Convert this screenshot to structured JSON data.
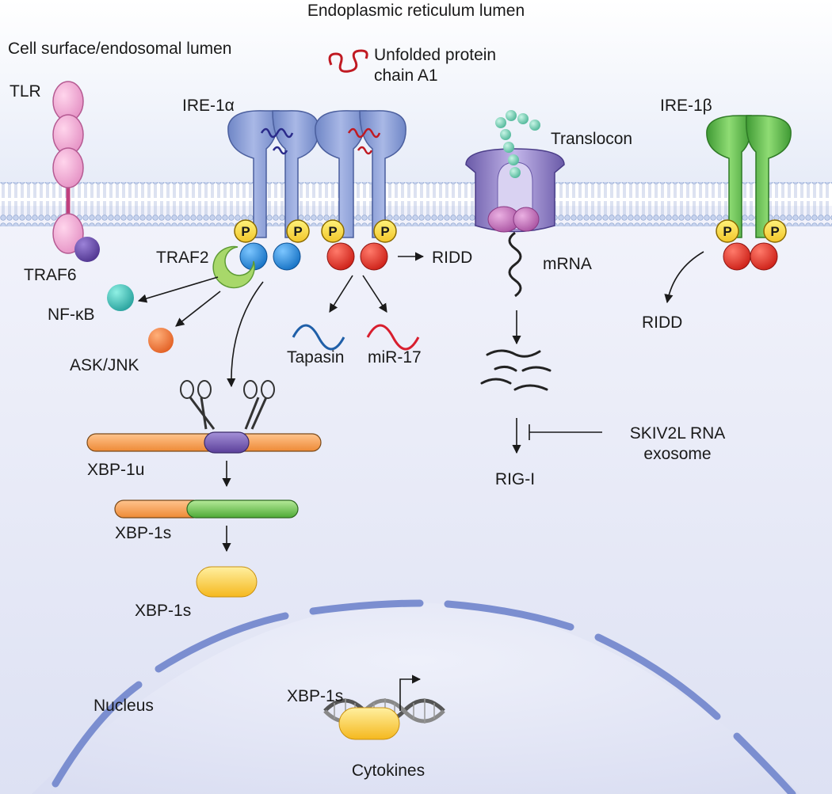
{
  "labels": {
    "er_lumen": "Endoplasmic reticulum lumen",
    "cell_surface": "Cell surface/endosomal lumen",
    "unfolded_protein": [
      "Unfolded protein",
      "chain A1"
    ],
    "tlr": "TLR",
    "traf6": "TRAF6",
    "ire1a": "IRE-1α",
    "ire1b": "IRE-1β",
    "translocon": "Translocon",
    "traf2": "TRAF2",
    "nfkb": "NF-κB",
    "ask_jnk": "ASK/JNK",
    "ridd_1": "RIDD",
    "ridd_2": "RIDD",
    "mrna": "mRNA",
    "tapasin": "Tapasin",
    "mir17": "miR-17",
    "xbp1u": "XBP-1u",
    "xbp1s_1": "XBP-1s",
    "xbp1s_2": "XBP-1s",
    "xbp1s_3": "XBP-1s",
    "skiv2l": [
      "SKIV2L RNA",
      "exosome"
    ],
    "rigi": "RIG-I",
    "nucleus": "Nucleus",
    "cytokines": "Cytokines",
    "phospho": "P"
  },
  "colors": {
    "ire1a_receptor": "#8fa3d6",
    "ire1b_receptor": "#5bb84a",
    "tlr": "#f2a8d2",
    "traf6": "#6b4fa8",
    "traf2": "#a8d86a",
    "nfkb": "#35b5b0",
    "ask_jnk": "#f07a3a",
    "kinase_blue": "#1e88d8",
    "kinase_red": "#e42c20",
    "phospho": "#ffe04a",
    "tapasin": "#1f5fa8",
    "mir17": "#d81e2e",
    "xbp1u_spliced_intron": "#7b5fae",
    "xbp1_orange": "#f7a35a",
    "xbp1_green": "#6cc24a",
    "xbp1s_protein": "#ffc93a",
    "translocon": "#8f7fc4",
    "membrane": "#b8c7e8",
    "cytosol": "#e3e6f5",
    "nuclear_envelope": "#7b8ed0",
    "ribosome": "#c06ab8",
    "nascent_chain": "#5cc4a8"
  }
}
